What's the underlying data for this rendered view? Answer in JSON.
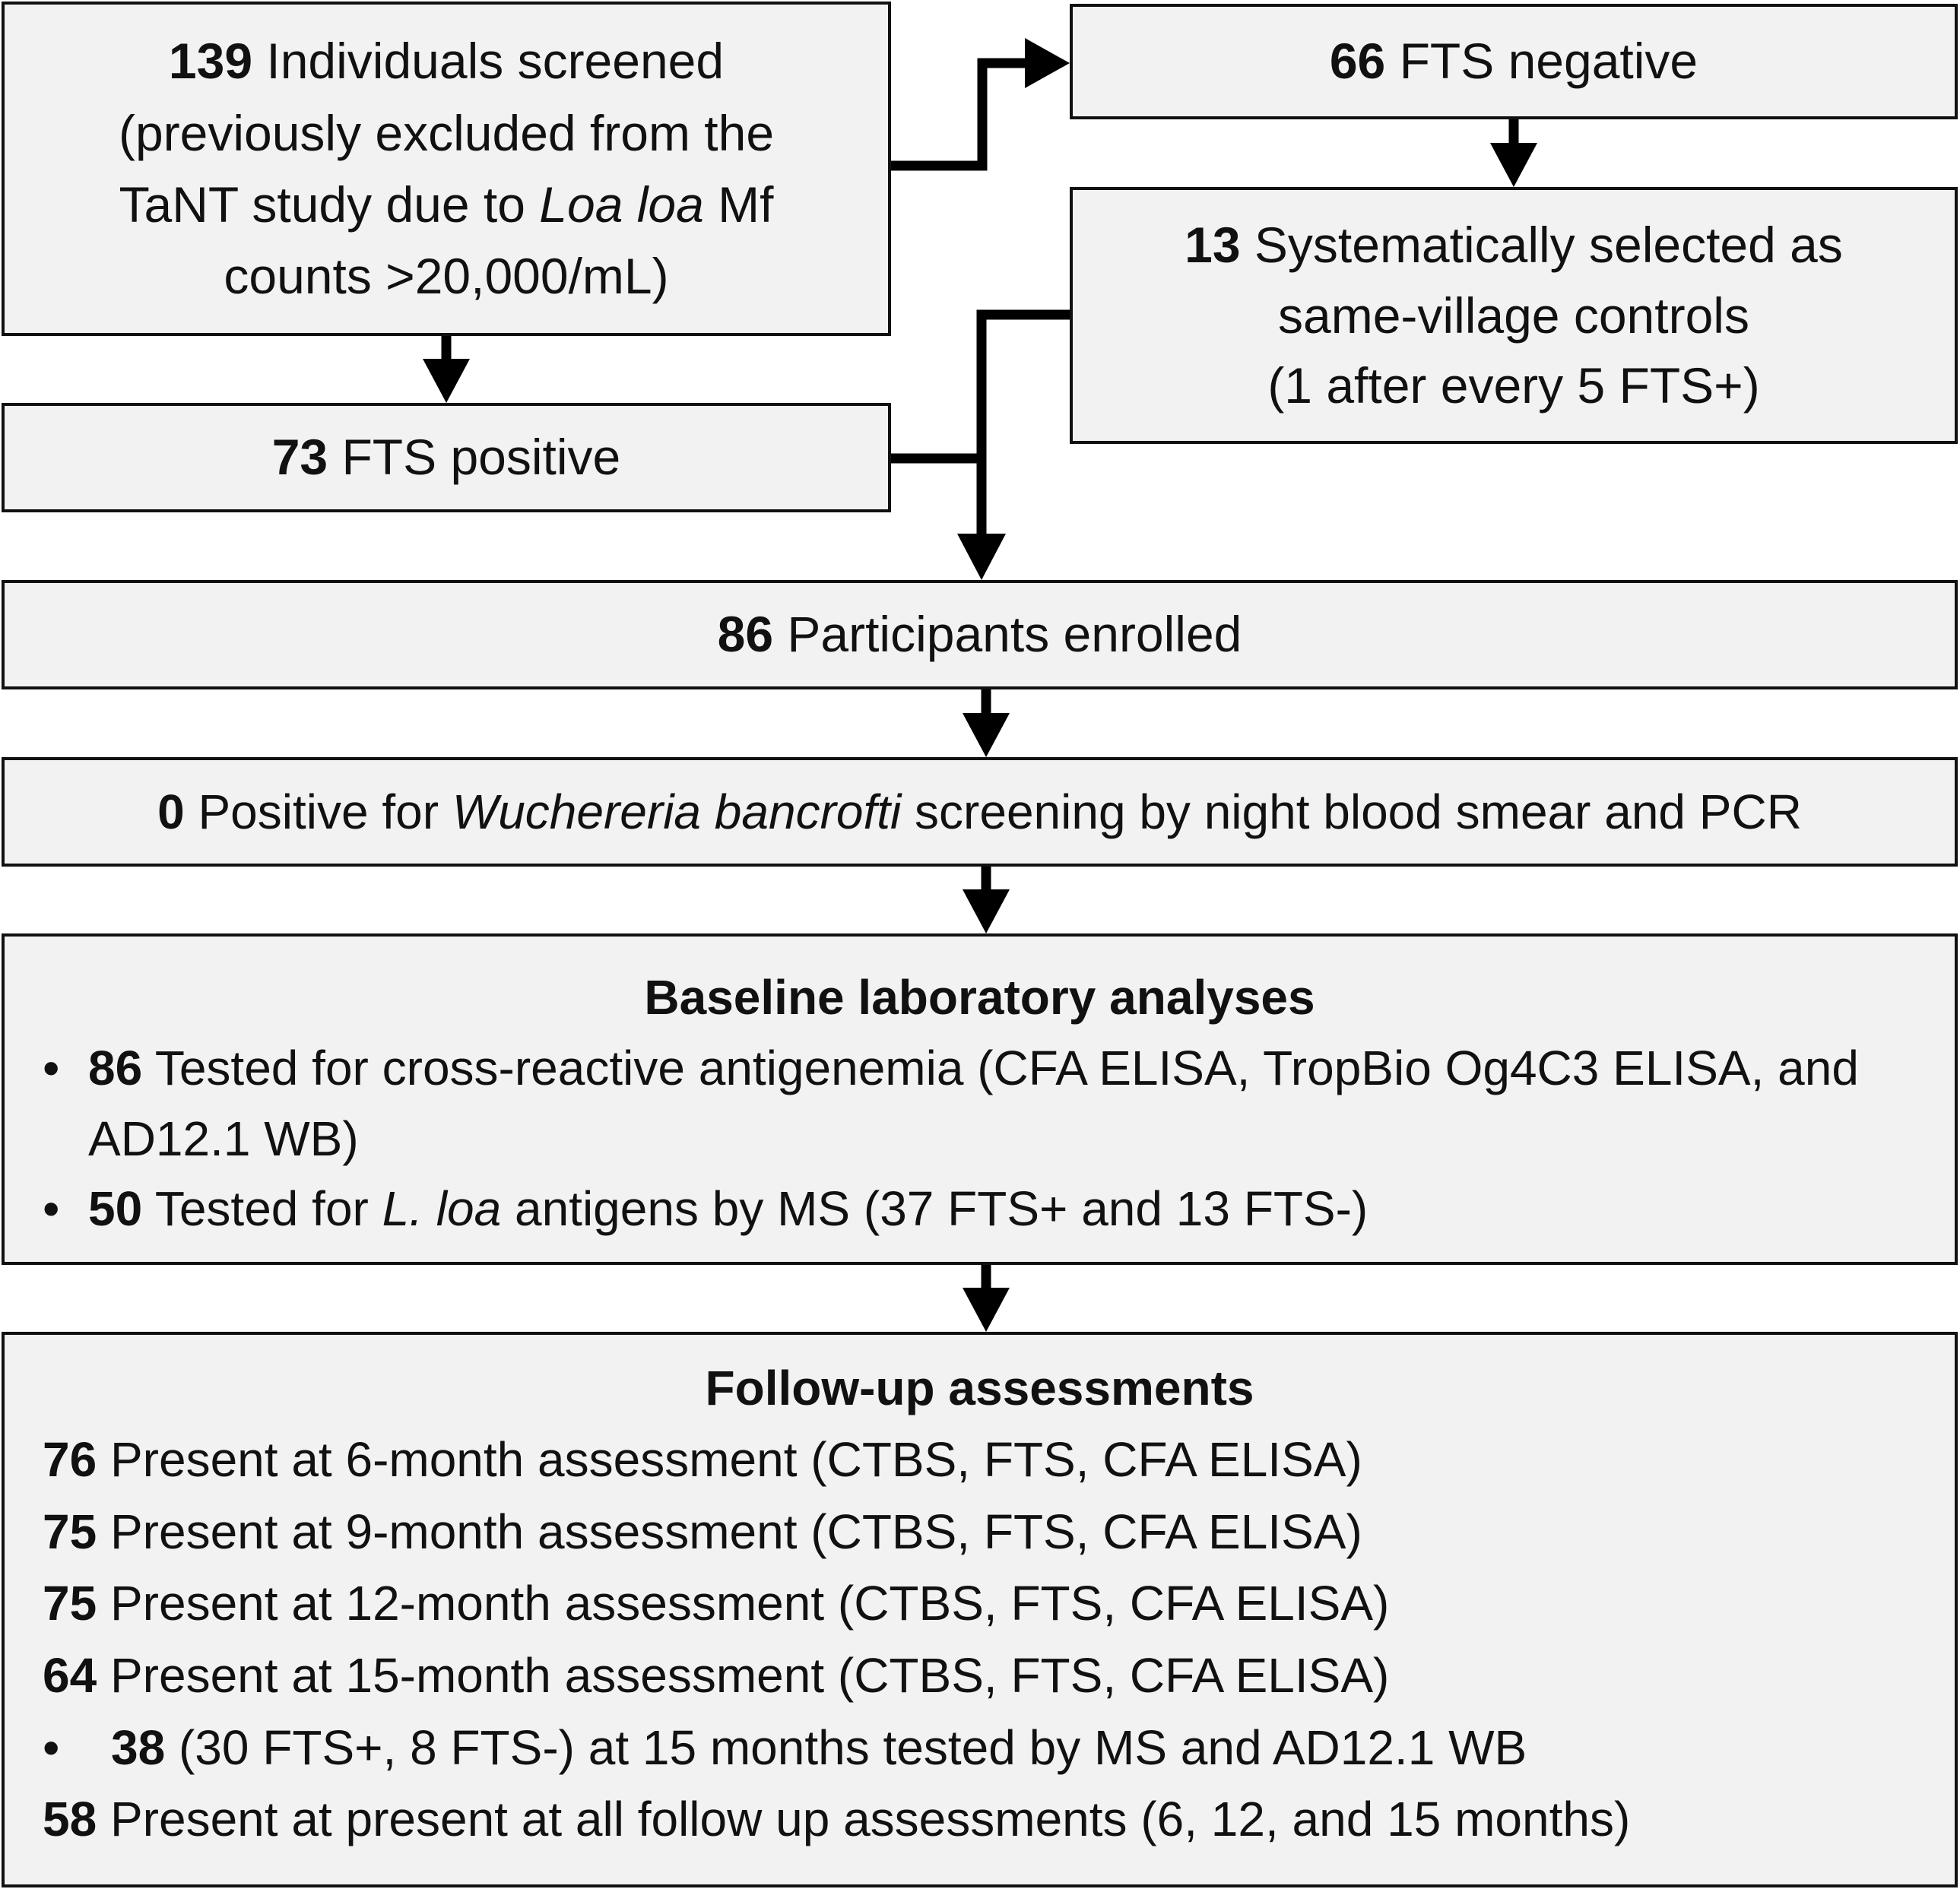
{
  "boxes": {
    "screened": {
      "count": "139",
      "line1": "Individuals screened",
      "line2": "(previously excluded from the",
      "line3_pre": "TaNT study due to ",
      "line3_italic": "Loa loa",
      "line3_post": " Mf",
      "line4": "counts >20,000/mL)"
    },
    "fts_negative": {
      "count": "66",
      "label": "FTS negative"
    },
    "controls": {
      "count": "13",
      "line1": "Systematically selected as",
      "line2": "same-village controls",
      "line3": "(1 after every 5 FTS+)"
    },
    "fts_positive": {
      "count": "73",
      "label": "FTS positive"
    },
    "enrolled": {
      "count": "86",
      "label": "Participants enrolled"
    },
    "wb_screening": {
      "count": "0",
      "pre": "Positive for ",
      "italic": "Wuchereria bancrofti",
      "post": " screening by night blood smear and PCR"
    },
    "baseline": {
      "heading": "Baseline laboratory analyses",
      "bullet_char": "•",
      "item1_count": "86",
      "item1_text": "Tested for cross-reactive antigenemia (CFA ELISA, TropBio Og4C3 ELISA, and AD12.1 WB)",
      "item2_count": "50",
      "item2_pre": "Tested for ",
      "item2_italic": "L. loa",
      "item2_post": " antigens by MS (37 FTS+ and 13 FTS-)"
    },
    "followup": {
      "heading": "Follow-up assessments",
      "rows": [
        {
          "count": "76",
          "text": "Present at 6-month assessment (CTBS, FTS, CFA ELISA)"
        },
        {
          "count": "75",
          "text": "Present at 9-month assessment (CTBS, FTS, CFA ELISA)"
        },
        {
          "count": "75",
          "text": "Present at 12-month assessment (CTBS, FTS, CFA ELISA)"
        },
        {
          "count": "64",
          "text": "Present at 15-month assessment (CTBS, FTS, CFA ELISA)"
        }
      ],
      "sub_bullet_char": "•",
      "sub_count": "38",
      "sub_text": "(30 FTS+, 8 FTS-) at 15 months tested by MS and AD12.1 WB",
      "last_count": "58",
      "last_text": "Present at present at all follow up assessments (6, 12, and 15 months)"
    }
  },
  "colors": {
    "box_fill": "#f2f2f2",
    "border": "#111111",
    "arrow": "#000000"
  }
}
